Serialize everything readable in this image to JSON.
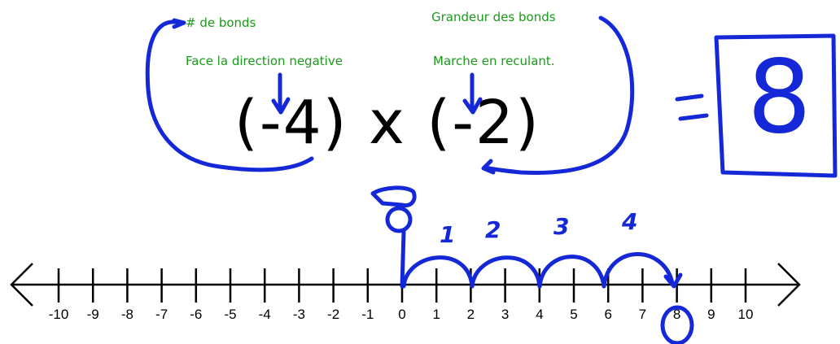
{
  "annotations": {
    "num_jumps": "# de bonds",
    "negative_direction": "Face la direction negative",
    "jump_size": "Grandeur des bonds",
    "walk_backward": "Marche en reculant."
  },
  "expression": "(-4) x (-2)",
  "result": "8",
  "jump_numbers": [
    "1",
    "2",
    "3",
    "4"
  ],
  "number_line": {
    "labels": [
      "-10",
      "-9",
      "-8",
      "-7",
      "-6",
      "-5",
      "-4",
      "-3",
      "-2",
      "-1",
      "0",
      "1",
      "2",
      "3",
      "4",
      "5",
      "6",
      "7",
      "8",
      "9",
      "10"
    ]
  },
  "colors": {
    "ink": "#1428d8",
    "annotation": "#1a9a1a",
    "line": "#000000"
  }
}
